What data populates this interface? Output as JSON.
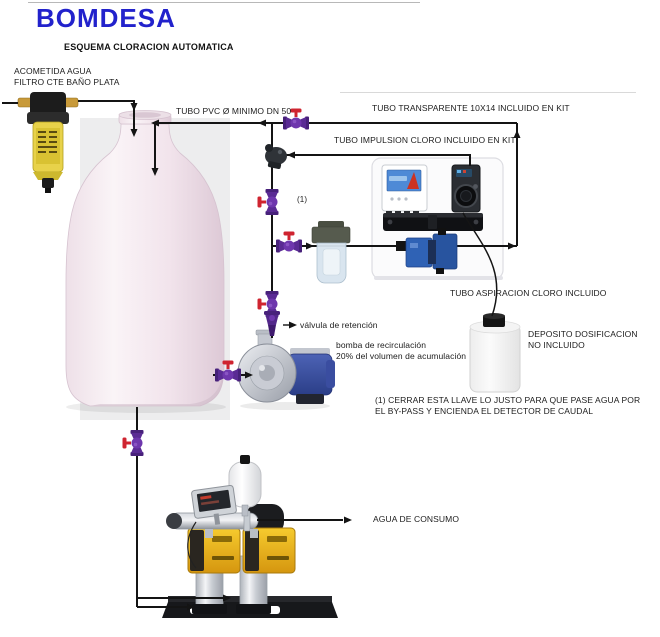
{
  "header": {
    "brand": "BOMDESA",
    "subtitle": "ESQUEMA CLORACION AUTOMATICA"
  },
  "labels": {
    "acometida": "ACOMETIDA AGUA\nFILTRO CTE BAÑO PLATA",
    "tubo_pvc": "TUBO PVC  Ø MINIMO DN 50",
    "tubo_transparente": "TUBO TRANSPARENTE 10X14 INCLUIDO EN KIT",
    "tubo_impulsion": "TUBO IMPULSION CLORO INCLUIDO EN KIT",
    "tubo_aspiracion": "TUBO ASPIRACION CLORO INCLUIDO",
    "deposito": "DEPOSITO DOSIFICACION\nNO INCLUIDO",
    "valvula_retencion": "válvula de retención",
    "bomba_recirculacion": "bomba de recirculación\n20% del volumen de acumulación",
    "valve_ref": "(1)",
    "nota": "(1) CERRAR ESTA LLAVE LO JUSTO PARA QUE PASE AGUA POR\nEL BY-PASS Y ENCIENDA EL DETECTOR DE CAUDAL",
    "agua_consumo": "AGUA DE CONSUMO"
  },
  "colors": {
    "brand_blue": "#2222cc",
    "pipe_black": "#141414",
    "valve_purple": "#5a2b94",
    "valve_handle_red": "#cf2430",
    "flow_detector_blue": "#2f62b5",
    "pump_drive_yellow": "#eebb22",
    "tank_body_pink": "#f3e7ee",
    "filter_cartridge_yellow": "#e8d24a"
  }
}
